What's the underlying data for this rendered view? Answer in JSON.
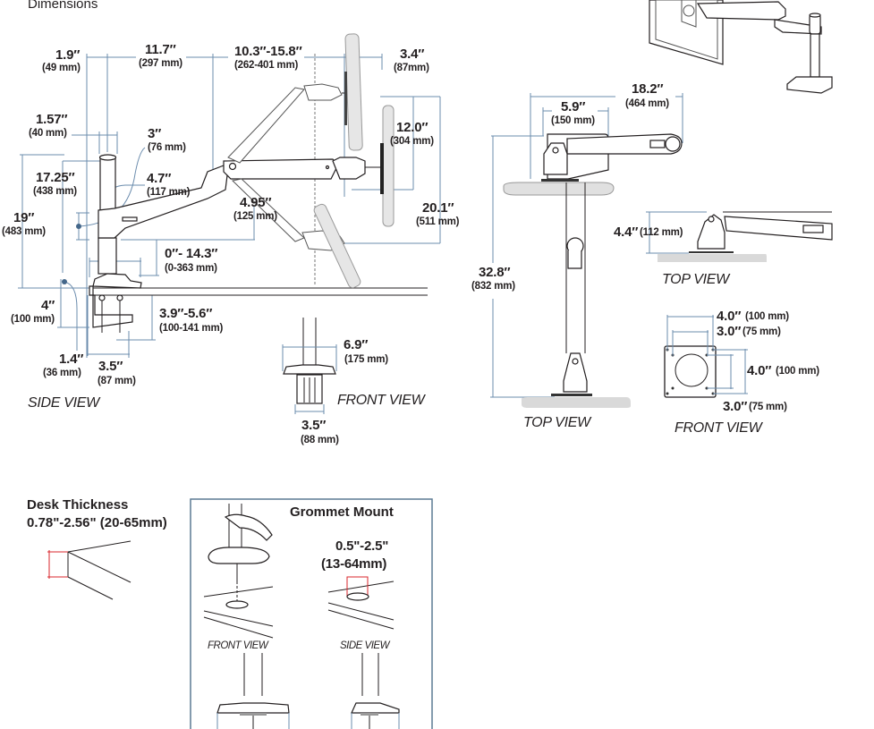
{
  "page_title": "Dimensions",
  "colors": {
    "dimension_line": "#6b8cad",
    "ink": "#231f20",
    "monitor_fill": "#e6e6e6",
    "desk_fill": "#d9d9d9",
    "highlight_red": "#d9262b",
    "frame_border": "#5c7a94"
  },
  "side_view": {
    "label": "SIDE VIEW",
    "dims": [
      {
        "id": "d1",
        "in": "1.9″",
        "mm": "(49 mm)"
      },
      {
        "id": "d2",
        "in": "11.7″",
        "mm": "(297 mm)"
      },
      {
        "id": "d3",
        "in": "10.3″-15.8″",
        "mm": "(262-401 mm)"
      },
      {
        "id": "d4",
        "in": "3.4″",
        "mm": "(87mm)"
      },
      {
        "id": "d5",
        "in": "1.57″",
        "mm": "(40 mm)"
      },
      {
        "id": "d6",
        "in": "3″",
        "mm": "(76 mm)"
      },
      {
        "id": "d7",
        "in": "17.25″",
        "mm": "(438 mm)"
      },
      {
        "id": "d8",
        "in": "4.7″",
        "mm": "(117 mm)"
      },
      {
        "id": "d9",
        "in": "12.0″",
        "mm": "(304 mm)"
      },
      {
        "id": "d10",
        "in": "19″",
        "mm": "(483 mm)"
      },
      {
        "id": "d11",
        "in": "4.95″",
        "mm": "(125 mm)"
      },
      {
        "id": "d12",
        "in": "20.1″",
        "mm": "(511 mm)"
      },
      {
        "id": "d13",
        "in": "0″- 14.3″",
        "mm": "(0-363 mm)"
      },
      {
        "id": "d14",
        "in": "4″",
        "mm": "(100 mm)"
      },
      {
        "id": "d15",
        "in": "3.9″-5.6″",
        "mm": "(100-141 mm)"
      },
      {
        "id": "d16",
        "in": "1.4″",
        "mm": "(36 mm)"
      },
      {
        "id": "d17",
        "in": "3.5″",
        "mm": "(87 mm)"
      }
    ]
  },
  "front_view_clamp": {
    "label": "FRONT VIEW",
    "dims": [
      {
        "id": "f1",
        "in": "6.9″",
        "mm": "(175 mm)"
      },
      {
        "id": "f2",
        "in": "3.5″",
        "mm": "(88 mm)"
      }
    ]
  },
  "top_view_main": {
    "label": "TOP VIEW",
    "dims": [
      {
        "id": "t1",
        "in": "18.2″",
        "mm": "(464 mm)"
      },
      {
        "id": "t2",
        "in": "5.9″",
        "mm": "(150 mm)"
      },
      {
        "id": "t3",
        "in": "32.8″",
        "mm": "(832 mm)"
      }
    ]
  },
  "top_view_small": {
    "label": "TOP VIEW",
    "dims": [
      {
        "id": "ts1",
        "in": "4.4″",
        "mm": "(112 mm)"
      }
    ]
  },
  "vesa_front_view": {
    "label": "FRONT VIEW",
    "dims": [
      {
        "id": "v1",
        "in": "4.0″",
        "mm": "(100 mm)"
      },
      {
        "id": "v2",
        "in": "3.0″",
        "mm": "(75 mm)"
      },
      {
        "id": "v3",
        "in": "4.0″",
        "mm": "(100 mm)"
      },
      {
        "id": "v4",
        "in": "3.0″",
        "mm": "(75 mm)"
      }
    ]
  },
  "desk_thickness": {
    "title": "Desk Thickness",
    "range": "0.78\"-2.56\" (20-65mm)"
  },
  "grommet_mount": {
    "title": "Grommet Mount",
    "range_in": "0.5\"-2.5\"",
    "range_mm": "(13-64mm)",
    "front_label": "FRONT VIEW",
    "side_label": "SIDE VIEW"
  }
}
